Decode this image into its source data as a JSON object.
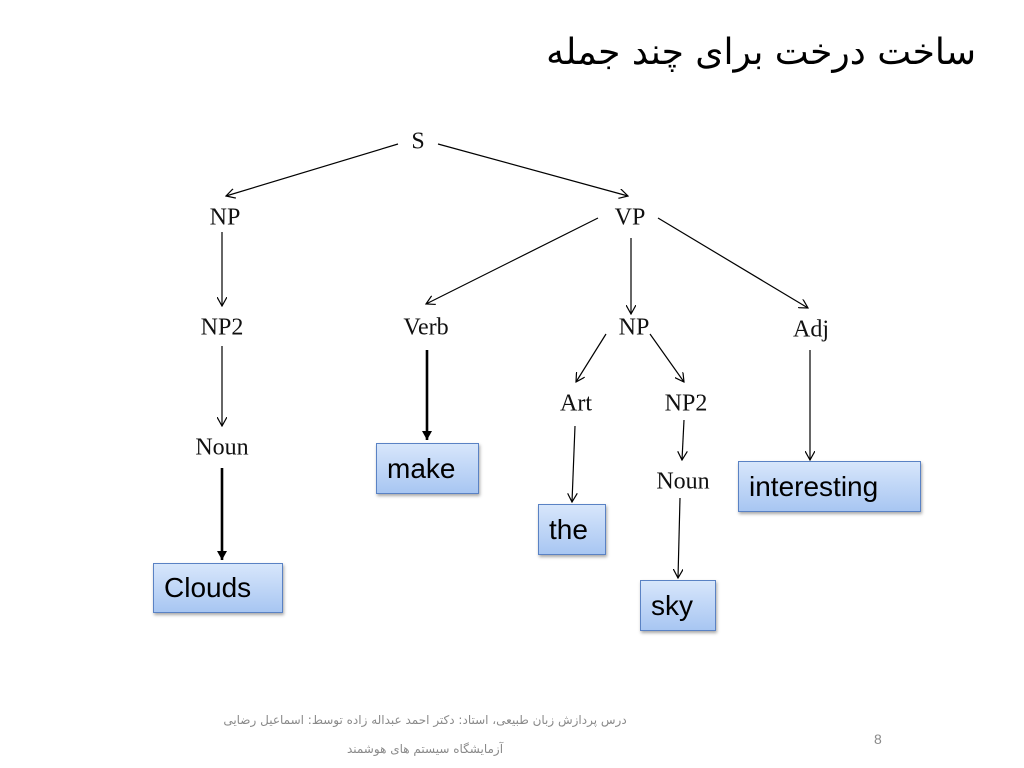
{
  "title": "ساخت درخت برای چند جمله",
  "tree": {
    "nodes": {
      "S": "S",
      "NP": "NP",
      "VP": "VP",
      "NP2_left": "NP2",
      "Noun_left": "Noun",
      "Verb": "Verb",
      "NP_right": "NP",
      "Adj": "Adj",
      "Art": "Art",
      "NP2_right": "NP2",
      "Noun_right": "Noun"
    },
    "leaves": {
      "clouds": "Clouds",
      "make": "make",
      "the": "the",
      "sky": "sky",
      "interesting": "interesting"
    }
  },
  "footer": {
    "line1": "درس پردازش زبان طبیعی، استاد: دکتر احمد عبداله زاده  توسط: اسماعیل رضایی",
    "line2": "آزمایشگاه سیستم های هوشمند"
  },
  "page_number": "8",
  "colors": {
    "leaf_fill_top": "#d7e6fb",
    "leaf_fill_bottom": "#a8c6f2",
    "leaf_border": "#5a82c4"
  }
}
